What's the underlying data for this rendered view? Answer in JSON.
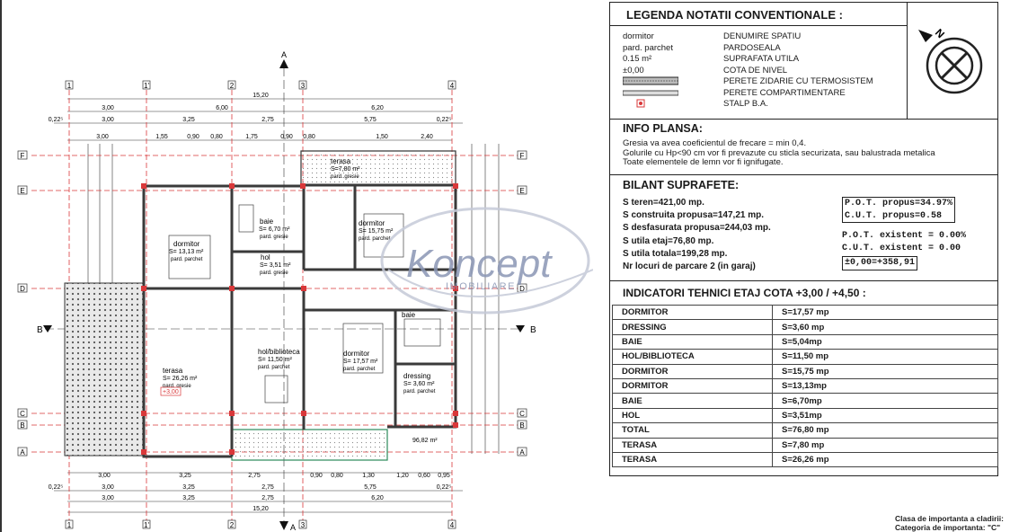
{
  "plan": {
    "top_marker": "A",
    "bottom_marker": "A",
    "left_marker": "B",
    "right_marker": "B",
    "axis_cols_top": [
      "1",
      "1'",
      "2",
      "3",
      "4"
    ],
    "axis_cols_bottom": [
      "1",
      "1'",
      "2",
      "3",
      "4"
    ],
    "axis_rows_left": [
      "F",
      "E",
      "D",
      "C",
      "B",
      "A"
    ],
    "axis_rows_right": [
      "F",
      "E",
      "D",
      "C",
      "B",
      "A"
    ],
    "dims_top_total": "15,20",
    "dims_top_row1": [
      "3,00",
      "6,00",
      "6,20"
    ],
    "dims_top_row2": [
      "0,22⁵",
      "3,00",
      "3,25",
      "2,75",
      "5,75",
      "0,22⁵"
    ],
    "dims_top_row3": [
      "3,00",
      "1,55",
      "0,90",
      "0,80",
      "1,75",
      "0,90",
      "0,80",
      "1,50",
      "2,40"
    ],
    "dims_bottom_row1": [
      "3,00",
      "3,25",
      "2,75",
      "0,90",
      "0,80",
      "1,30",
      "1,20",
      "0,60",
      "0,95"
    ],
    "dims_bottom_row2": [
      "0,22⁵",
      "3,00",
      "3,25",
      "2,75",
      "5,75",
      "0,22⁵"
    ],
    "dims_bottom_row3": [
      "3,00",
      "3,25",
      "2,75",
      "6,20"
    ],
    "dims_bottom_total": "15,20",
    "rooms": [
      {
        "name": "terasa",
        "area": "S=7,80 m²",
        "floor": "pard. gresie"
      },
      {
        "name": "dormitor",
        "area": "S= 13,13 m²",
        "floor": "pard. parchet"
      },
      {
        "name": "baie",
        "area": "S= 6,70 m²",
        "floor": "pard. gresie"
      },
      {
        "name": "dormitor",
        "area": "S= 15,75 m²",
        "floor": "pard. parchet"
      },
      {
        "name": "hol",
        "area": "S= 3,51 m²",
        "floor": "pard. gresie"
      },
      {
        "name": "terasa",
        "area": "S= 26,26 m²",
        "floor": "pard. gresie"
      },
      {
        "name": "hol/biblioteca",
        "area": "S= 11,50 m²",
        "floor": "pard. parchet"
      },
      {
        "name": "dormitor",
        "area": "S= 17,57 m²",
        "floor": "pard. parchet"
      },
      {
        "name": "dressing",
        "area": "S= 3,60 m²",
        "floor": "pard. parchet"
      },
      {
        "name": "baie",
        "area": "",
        "floor": ""
      }
    ],
    "level_tag": "+3,00",
    "total_area_tag": "96,82 m²",
    "watermark_main": "Koncept",
    "watermark_sub": "IMOBILIARE"
  },
  "legend": {
    "title": "LEGENDA NOTATII CONVENTIONALE :",
    "rows": [
      {
        "symbol": "dormitor",
        "meaning": "DENUMIRE SPATIU"
      },
      {
        "symbol": "pard. parchet",
        "meaning": "PARDOSEALA"
      },
      {
        "symbol": "0.15      m²",
        "meaning": "SUPRAFATA UTILA"
      },
      {
        "symbol": "±0,00",
        "meaning": "COTA DE NIVEL"
      },
      {
        "symbol": "",
        "meaning": "PERETE ZIDARIE CU TERMOSISTEM"
      },
      {
        "symbol": "",
        "meaning": "PERETE COMPARTIMENTARE"
      },
      {
        "symbol": "",
        "meaning": "STALP B.A."
      }
    ],
    "compass_letter": "N"
  },
  "info": {
    "title": "INFO PLANSA:",
    "lines": [
      "Gresia va avea coeficientul de frecare = min 0,4.",
      "Golurile cu Hp<90 cm vor fi prevazute cu sticla securizata, sau balustrada metalica",
      "Toate elementele de lemn vor fi ignifugate."
    ]
  },
  "bilant": {
    "title": "BILANT SUPRAFETE:",
    "left": [
      "S teren=421,00 mp.",
      "S construita propusa=147,21 mp.",
      "S desfasurata propusa=244,03 mp.",
      "S utila etaj=76,80 mp.",
      "S utila totala=199,28 mp.",
      "Nr locuri de parcare 2 (in garaj)"
    ],
    "pot_propus": "P.O.T. propus=34.97%",
    "cut_propus": "C.U.T. propus=0.58",
    "pot_existent": "P.O.T. existent = 0.00%",
    "cut_existent": "C.U.T. existent = 0.00",
    "cota_zero": "±0,00=+358,91"
  },
  "indicatori": {
    "title": "INDICATORI TEHNICI ETAJ COTA +3,00 / +4,50 :",
    "rows": [
      [
        "DORMITOR",
        "S=17,57 mp"
      ],
      [
        "DRESSING",
        "S=3,60 mp"
      ],
      [
        "BAIE",
        "S=5,04mp"
      ],
      [
        "HOL/BIBLIOTECA",
        "S=11,50 mp"
      ],
      [
        "DORMITOR",
        "S=15,75 mp"
      ],
      [
        "DORMITOR",
        "S=13,13mp"
      ],
      [
        "BAIE",
        "S=6,70mp"
      ],
      [
        "HOL",
        "S=3,51mp"
      ],
      [
        "TOTAL",
        "S=76,80 mp"
      ],
      [
        "TERASA",
        "S=7,80 mp"
      ],
      [
        "TERASA",
        "S=26,26 mp"
      ]
    ]
  },
  "footer": {
    "line1": "Clasa de importanta a cladirii:",
    "line2": "Categoria de importanta: \"C\""
  },
  "colors": {
    "wall": "#3a3a3a",
    "axis": "#d9383a",
    "dim": "#333333",
    "watermark": "#8a96b4",
    "tag_red": "#d9383a"
  }
}
